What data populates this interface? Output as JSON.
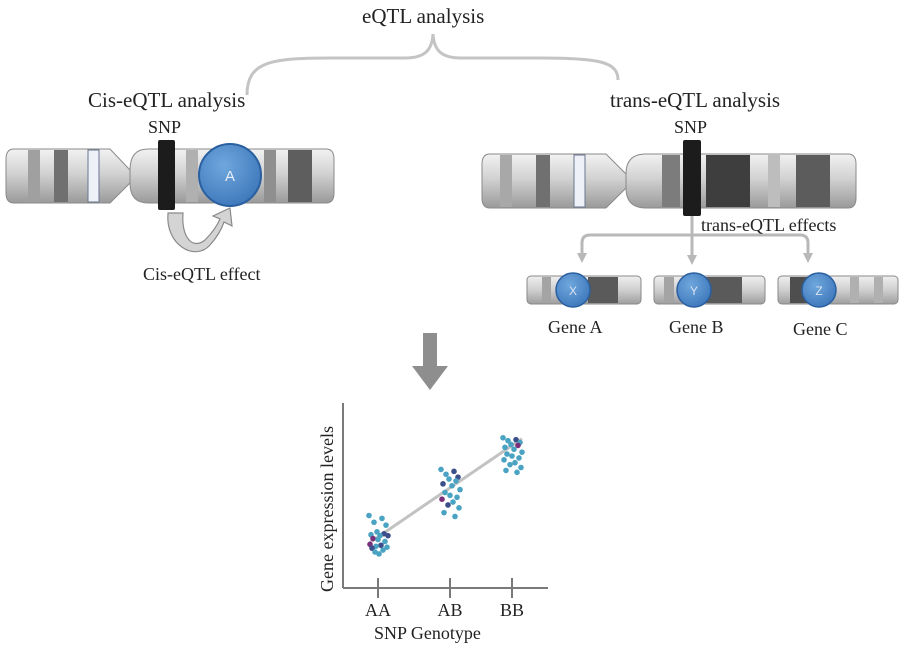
{
  "labels": {
    "title": "eQTL analysis",
    "cis_title": "Cis-eQTL analysis",
    "trans_title": "trans-eQTL analysis",
    "snp_cis": "SNP",
    "snp_trans": "SNP",
    "cis_effect": "Cis-eQTL effect",
    "trans_effects": "trans-eQTL effects"
  },
  "genes": {
    "cis_gene": "A",
    "trans": [
      {
        "name": "Gene A",
        "letter": "X"
      },
      {
        "name": "Gene B",
        "letter": "Y"
      },
      {
        "name": "Gene C",
        "letter": "Z"
      }
    ]
  },
  "colors": {
    "gene_blue": "#4a86c8",
    "snp_black": "#1c1c1c",
    "arrow_gray": "#b8b8b8",
    "point_teal": "#4aa3c2",
    "point_navy": "#3c4f8a",
    "point_purple": "#7a2f7a"
  },
  "chart_data": {
    "type": "scatter",
    "xlabel": "SNP Genotype",
    "ylabel": "Gene expression levels",
    "categories": [
      "AA",
      "AB",
      "BB"
    ],
    "trend": {
      "from": 0.5,
      "to": 5.9
    },
    "points": [
      {
        "g": "AA",
        "y": 1.9,
        "c": "teal"
      },
      {
        "g": "AA",
        "y": 1.75,
        "c": "teal"
      },
      {
        "g": "AA",
        "y": 1.55,
        "c": "teal"
      },
      {
        "g": "AA",
        "y": 1.4,
        "c": "teal"
      },
      {
        "g": "AA",
        "y": 1.05,
        "c": "teal"
      },
      {
        "g": "AA",
        "y": 0.95,
        "c": "navy"
      },
      {
        "g": "AA",
        "y": 0.9,
        "c": "teal"
      },
      {
        "g": "AA",
        "y": 0.85,
        "c": "teal"
      },
      {
        "g": "AA",
        "y": 0.85,
        "c": "navy"
      },
      {
        "g": "AA",
        "y": 0.7,
        "c": "purple"
      },
      {
        "g": "AA",
        "y": 0.65,
        "c": "teal"
      },
      {
        "g": "AA",
        "y": 0.55,
        "c": "teal"
      },
      {
        "g": "AA",
        "y": 0.4,
        "c": "purple"
      },
      {
        "g": "AA",
        "y": 0.35,
        "c": "navy"
      },
      {
        "g": "AA",
        "y": 0.3,
        "c": "teal"
      },
      {
        "g": "AA",
        "y": 0.25,
        "c": "teal"
      },
      {
        "g": "AA",
        "y": 0.2,
        "c": "navy"
      },
      {
        "g": "AA",
        "y": 0.1,
        "c": "teal"
      },
      {
        "g": "AA",
        "y": 0.0,
        "c": "teal"
      },
      {
        "g": "AA",
        "y": -0.1,
        "c": "teal"
      },
      {
        "g": "AB",
        "y": 4.3,
        "c": "teal"
      },
      {
        "g": "AB",
        "y": 4.2,
        "c": "navy"
      },
      {
        "g": "AB",
        "y": 4.05,
        "c": "teal"
      },
      {
        "g": "AB",
        "y": 3.9,
        "c": "navy"
      },
      {
        "g": "AB",
        "y": 3.8,
        "c": "teal"
      },
      {
        "g": "AB",
        "y": 3.7,
        "c": "teal"
      },
      {
        "g": "AB",
        "y": 3.55,
        "c": "navy"
      },
      {
        "g": "AB",
        "y": 3.45,
        "c": "teal"
      },
      {
        "g": "AB",
        "y": 3.25,
        "c": "teal"
      },
      {
        "g": "AB",
        "y": 3.1,
        "c": "teal"
      },
      {
        "g": "AB",
        "y": 2.95,
        "c": "teal"
      },
      {
        "g": "AB",
        "y": 2.85,
        "c": "teal"
      },
      {
        "g": "AB",
        "y": 2.75,
        "c": "purple"
      },
      {
        "g": "AB",
        "y": 2.6,
        "c": "teal"
      },
      {
        "g": "AB",
        "y": 2.45,
        "c": "navy"
      },
      {
        "g": "AB",
        "y": 2.3,
        "c": "teal"
      },
      {
        "g": "AB",
        "y": 2.05,
        "c": "teal"
      },
      {
        "g": "AB",
        "y": 1.85,
        "c": "teal"
      },
      {
        "g": "BB",
        "y": 5.95,
        "c": "teal"
      },
      {
        "g": "BB",
        "y": 5.85,
        "c": "navy"
      },
      {
        "g": "BB",
        "y": 5.8,
        "c": "teal"
      },
      {
        "g": "BB",
        "y": 5.7,
        "c": "teal"
      },
      {
        "g": "BB",
        "y": 5.6,
        "c": "teal"
      },
      {
        "g": "BB",
        "y": 5.55,
        "c": "purple"
      },
      {
        "g": "BB",
        "y": 5.45,
        "c": "teal"
      },
      {
        "g": "BB",
        "y": 5.35,
        "c": "teal"
      },
      {
        "g": "BB",
        "y": 5.2,
        "c": "teal"
      },
      {
        "g": "BB",
        "y": 5.1,
        "c": "teal"
      },
      {
        "g": "BB",
        "y": 5.0,
        "c": "teal"
      },
      {
        "g": "BB",
        "y": 4.9,
        "c": "teal"
      },
      {
        "g": "BB",
        "y": 4.8,
        "c": "teal"
      },
      {
        "g": "BB",
        "y": 4.65,
        "c": "teal"
      },
      {
        "g": "BB",
        "y": 4.55,
        "c": "teal"
      },
      {
        "g": "BB",
        "y": 4.4,
        "c": "teal"
      },
      {
        "g": "BB",
        "y": 4.25,
        "c": "teal"
      },
      {
        "g": "BB",
        "y": 4.15,
        "c": "teal"
      }
    ]
  }
}
